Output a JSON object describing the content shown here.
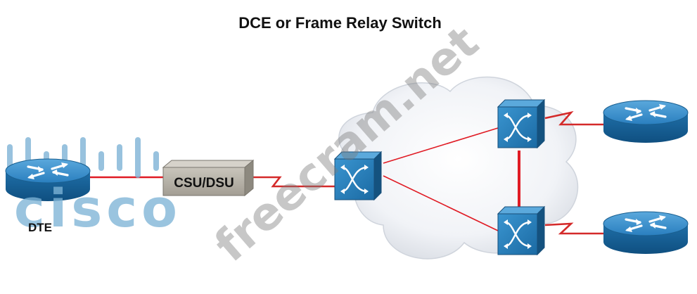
{
  "title": "DCE or Frame Relay Switch",
  "labels": {
    "dte": "DTE",
    "csu_dsu": "CSU/DSU"
  },
  "logo": {
    "wordmark": "cisco"
  },
  "watermark": "freecram.net",
  "colors": {
    "link": "#e01b24",
    "wan_link": "#d42a2a",
    "device_blue": "#1b6aa3",
    "device_blue_light": "#3d93cc",
    "cloud": "#eef1f5",
    "csu_dsu_box": "#b5b0a6",
    "logo_blue": "#7eb3d6"
  },
  "devices": [
    {
      "id": "dte-router",
      "kind": "router",
      "icon": "router-icon"
    },
    {
      "id": "csu-dsu",
      "kind": "csu-dsu",
      "icon": "csu-dsu-box"
    },
    {
      "id": "switch-edge",
      "kind": "frame-relay-switch",
      "icon": "switch-icon"
    },
    {
      "id": "switch-top",
      "kind": "frame-relay-switch",
      "icon": "switch-icon"
    },
    {
      "id": "switch-bottom",
      "kind": "frame-relay-switch",
      "icon": "switch-icon"
    },
    {
      "id": "router-top-right",
      "kind": "router",
      "icon": "router-icon"
    },
    {
      "id": "router-bottom-right",
      "kind": "router",
      "icon": "router-icon"
    }
  ]
}
